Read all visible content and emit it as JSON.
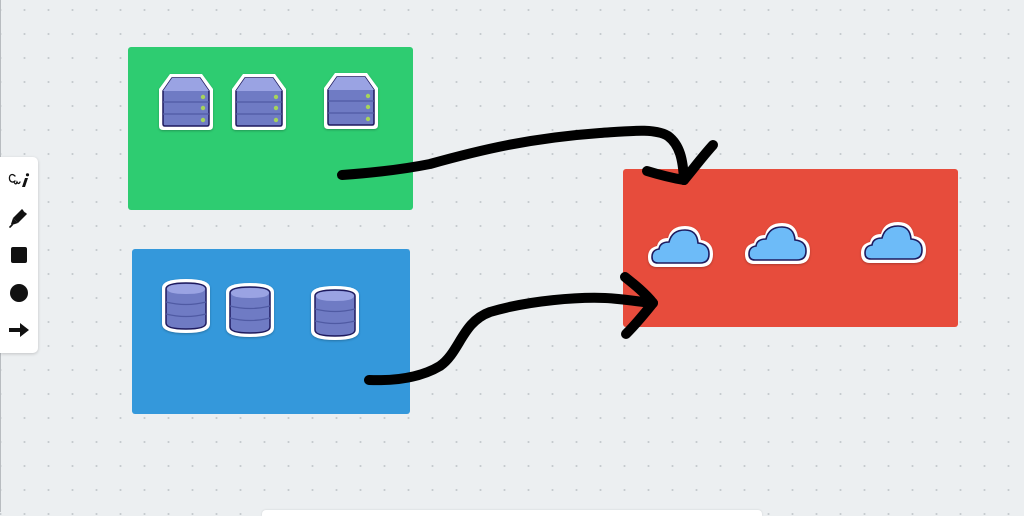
{
  "canvas": {
    "background": "#eceff1",
    "grid": "dotted"
  },
  "toolbar": {
    "tools": [
      {
        "name": "handwriting",
        "icon": "handwriting-pen-icon"
      },
      {
        "name": "pen",
        "icon": "pen-icon"
      },
      {
        "name": "rectangle",
        "icon": "square-icon"
      },
      {
        "name": "circle",
        "icon": "circle-icon"
      },
      {
        "name": "arrow",
        "icon": "arrow-right-icon"
      }
    ]
  },
  "frames": [
    {
      "id": "servers",
      "color": "#2ecc71",
      "items": [
        {
          "icon": "server-icon"
        },
        {
          "icon": "server-icon"
        },
        {
          "icon": "server-icon"
        }
      ]
    },
    {
      "id": "databases",
      "color": "#3498db",
      "items": [
        {
          "icon": "database-icon"
        },
        {
          "icon": "database-icon"
        },
        {
          "icon": "database-icon"
        }
      ]
    },
    {
      "id": "cloud",
      "color": "#e74c3c",
      "items": [
        {
          "icon": "cloud-icon"
        },
        {
          "icon": "cloud-icon"
        },
        {
          "icon": "cloud-icon"
        }
      ]
    }
  ],
  "connectors": [
    {
      "from": "servers",
      "to": "cloud",
      "style": "freehand-arrow",
      "color": "#000000"
    },
    {
      "from": "databases",
      "to": "cloud",
      "style": "freehand-arrow",
      "color": "#000000"
    }
  ],
  "icon_colors": {
    "server_body": "#6f7bc4",
    "server_top": "#9aa3e3",
    "server_led": "#a6d45a",
    "database_body": "#6f7bc4",
    "database_top": "#9aa3e3",
    "cloud_fill": "#6dbbf8",
    "outline": "#1e1a5e"
  }
}
